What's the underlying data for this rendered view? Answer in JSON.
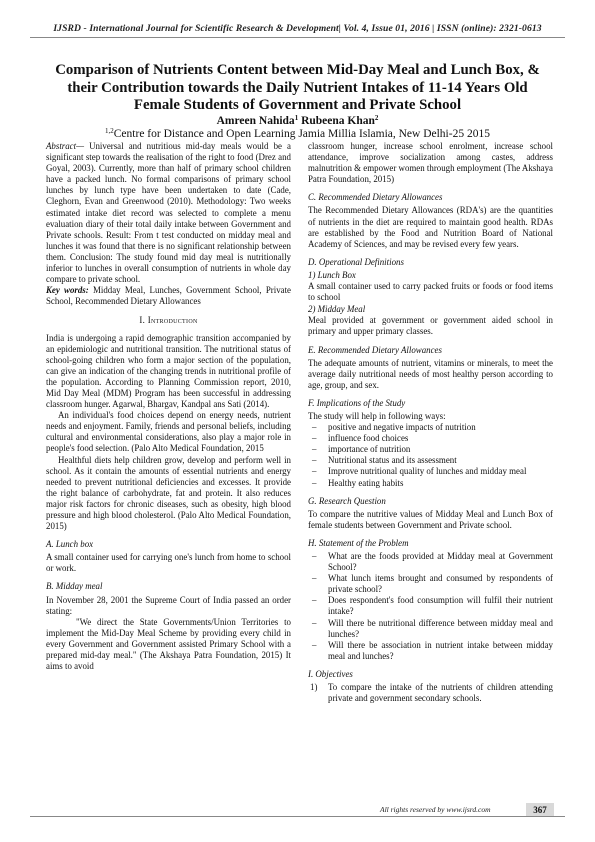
{
  "header": {
    "journal": "IJSRD - International Journal for Scientific Research & Development| Vol. 4, Issue 01, 2016 | ISSN (online): 2321-0613"
  },
  "title": "Comparison of Nutrients Content between Mid-Day Meal and Lunch Box, & their Contribution towards the Daily Nutrient Intakes of 11-14 Years Old Female Students of Government and Private School",
  "authors": {
    "a1": "Amreen Nahida",
    "a1_sup": "1",
    "a2": " Rubeena Khan",
    "a2_sup": "2",
    "affil_sup": "1,2",
    "affiliation": "Centre for Distance and Open Learning Jamia Millia Islamia, New Delhi-25 2015"
  },
  "abstract": {
    "label": "Abstract—",
    "text": " Universal and nutritious mid-day meals would be a significant step towards the realisation of the right to food (Drez and Goyal, 2003). Currently, more than half of primary school children have a packed lunch. No formal comparisons of primary school lunches by lunch type have been undertaken to date (Cade, Cleghorn, Evan and Greenwood (2010). Methodology: Two weeks estimated intake diet record was selected to complete a menu evaluation diary of their total daily intake between Government and Private schools. Result: From t test conducted on midday meal and lunches it was found that there is no significant relationship between them. Conclusion: The study found mid day meal is nutritionally inferior to lunches in overall consumption of nutrients in whole day compare to private school.",
    "kw_label": "Key words:",
    "kw_text": " Midday Meal, Lunches, Government School, Private School, Recommended Dietary Allowances"
  },
  "intro": {
    "heading": "I. Introduction",
    "p1": "India is undergoing a rapid demographic transition accompanied by an epidemiologic and nutritional transition. The nutritional status of school-going children who form a major section of the population, can give an indication of the changing trends in nutritional profile of the population. According to Planning Commission report, 2010, Mid Day Meal (MDM) Program has been successful in addressing classroom hunger. Agarwal, Bhargav, Kandpal ans Sati (2014).",
    "p2": "An individual's food choices depend on energy needs, nutrient needs and enjoyment. Family, friends and personal beliefs, including cultural and environmental considerations, also play a major role in people's food selection. (Palo Alto Medical Foundation, 2015",
    "p3": "Healthful diets help children grow, develop and perform well in school. As it contain the amounts of essential nutrients and energy needed to prevent nutritional deficiencies and excesses. It provide the right balance of carbohydrate, fat and protein. It also reduces major risk factors for chronic diseases, such as obesity, high blood pressure and high blood cholesterol. (Palo Alto Medical Foundation, 2015)"
  },
  "secA": {
    "heading": "A. Lunch box",
    "text": "A small container used for carrying one's lunch from home to school or work."
  },
  "secB": {
    "heading": "B. Midday meal",
    "text": "In November 28, 2001 the Supreme Court of India passed an order stating:",
    "quote": "\"We direct the State Governments/Union Territories to implement the Mid-Day Meal Scheme by providing every child in every Government and Government assisted Primary School with a prepared mid-day meal.\" (The Akshaya Patra Foundation, 2015) It aims to avoid"
  },
  "right_top": "classroom hunger, increase school enrolment, increase school attendance, improve socialization among castes, address malnutrition & empower women through employment (The Akshaya Patra Foundation, 2015)",
  "secC": {
    "heading": "C. Recommended Dietary Allowances",
    "text": "The Recommended Dietary Allowances (RDA's) are the quantities of nutrients in the diet are required to maintain good health. RDAs are established by the Food and Nutrition Board of National Academy of Sciences, and may be revised every few years."
  },
  "secD": {
    "heading": "D. Operational Definitions",
    "d1_heading": "1) Lunch Box",
    "d1_text": "A small container used to carry packed fruits or foods or food items to school",
    "d2_heading": "2) Midday Meal",
    "d2_text": "Meal provided at government or government aided school in primary and upper primary classes."
  },
  "secE": {
    "heading": "E. Recommended Dietary Allowances",
    "text": "The adequate amounts of nutrient, vitamins or minerals, to meet the average daily nutritional needs of most healthy person according to age, group, and sex."
  },
  "secF": {
    "heading": "F. Implications of the Study",
    "intro": "The study will help in following ways:",
    "items": [
      "positive and negative impacts of nutrition",
      "influence food choices",
      "importance of nutrition",
      "Nutritional status and its assessment",
      "Improve nutritional quality of lunches and midday meal",
      "Healthy eating habits"
    ]
  },
  "secG": {
    "heading": "G. Research Question",
    "text": "To compare the nutritive values of Midday Meal and Lunch Box of female students between Government and Private school."
  },
  "secH": {
    "heading": "H. Statement of the Problem",
    "items": [
      "What are the foods provided at Midday meal at Government School?",
      "What lunch items brought and consumed by respondents of private school?",
      "Does respondent's food consumption will fulfil their nutrient intake?",
      "Will there be nutritional difference between midday meal and lunches?",
      "Will there be association in nutrient intake between midday meal and lunches?"
    ]
  },
  "secI": {
    "heading": "I. Objectives",
    "num1": "1)",
    "item1": "To compare the intake of the nutrients of children attending private and government secondary schools."
  },
  "footer": {
    "rights": "All rights reserved by www.ijsrd.com",
    "page": "367"
  }
}
